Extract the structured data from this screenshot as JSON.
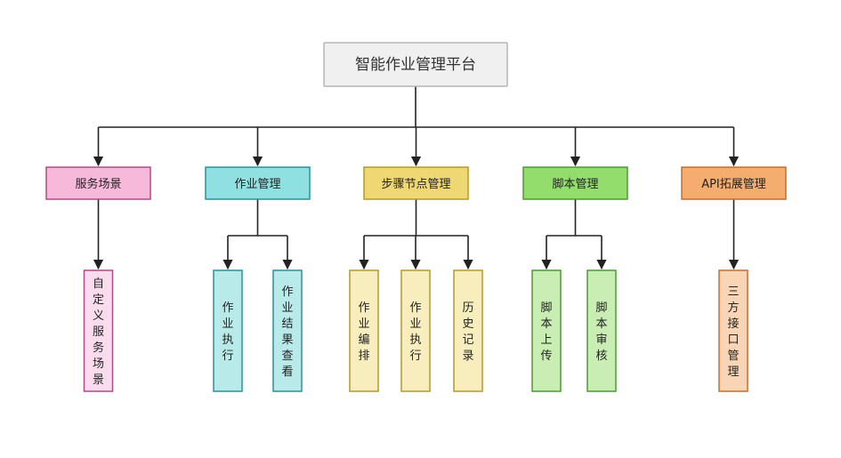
{
  "root": {
    "label": "智能作业管理平台",
    "color": "#f0f0f0",
    "border": "#b5b5b5"
  },
  "categories": [
    {
      "label": "服务场景",
      "color": "#f7b9da",
      "border": "#b04a86",
      "children": [
        {
          "label": "自定义服务场景",
          "color": "#fbdcee",
          "border": "#b04a86"
        }
      ]
    },
    {
      "label": "作业管理",
      "color": "#8fe0e0",
      "border": "#2f8f99",
      "children": [
        {
          "label": "作业执行",
          "color": "#b9eaea",
          "border": "#2f8f99"
        },
        {
          "label": "作业结果查看",
          "color": "#b9eaea",
          "border": "#2f8f99"
        }
      ]
    },
    {
      "label": "步骤节点管理",
      "color": "#efd774",
      "border": "#b49a2a",
      "children": [
        {
          "label": "作业编排",
          "color": "#f8edbd",
          "border": "#b49a2a"
        },
        {
          "label": "作业执行",
          "color": "#f8edbd",
          "border": "#b49a2a"
        },
        {
          "label": "历史记录",
          "color": "#f8edbd",
          "border": "#b49a2a"
        }
      ]
    },
    {
      "label": "脚本管理",
      "color": "#93dd6c",
      "border": "#4f9a33",
      "children": [
        {
          "label": "脚本上传",
          "color": "#c9eeb3",
          "border": "#4f9a33"
        },
        {
          "label": "脚本审核",
          "color": "#c9eeb3",
          "border": "#4f9a33"
        }
      ]
    },
    {
      "label": "API拓展管理",
      "color": "#f4ad6e",
      "border": "#c46e2c",
      "children": [
        {
          "label": "三方接口管理",
          "color": "#f9d5b6",
          "border": "#c46e2c"
        }
      ]
    }
  ]
}
